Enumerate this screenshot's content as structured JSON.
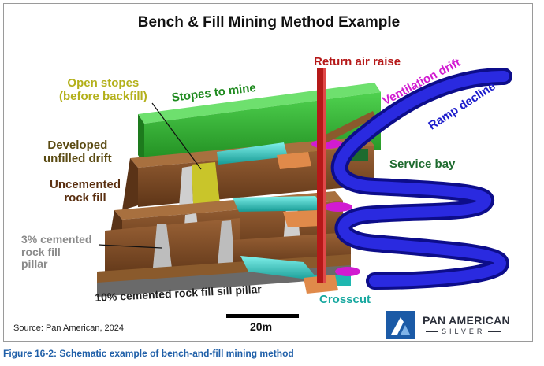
{
  "title": "Bench & Fill Mining Method Example",
  "labels": {
    "open_stopes": [
      "Open stopes",
      "(before backfill)"
    ],
    "stopes_to_mine": "Stopes to mine",
    "return_air_raise": "Return air raise",
    "ventilation_drift": "Ventilation drift",
    "ramp_decline": "Ramp decline",
    "developed_drift": [
      "Developed",
      "unfilled drift"
    ],
    "service_bay": "Service bay",
    "uncemented": [
      "Uncemented",
      "rock fill"
    ],
    "cemented_pillar": [
      "3% cemented",
      "rock fill",
      "pillar"
    ],
    "sill_pillar": "10% cemented rock fill sill pillar",
    "crosscut": "Crosscut"
  },
  "source": "Source: Pan American, 2024",
  "scale": "20m",
  "logo": {
    "name": "PAN AMERICAN",
    "sub": "SILVER"
  },
  "caption": "Figure 16-2: Schematic example of bench-and-fill mining method",
  "colors": {
    "stopes_to_mine": "#2aa12a",
    "open_stopes": "#b7b81d",
    "ramp": "#1c1ccc",
    "ventilation": "#d11bd1",
    "return_air": "#c41d1d",
    "fill": "#7a4a24",
    "crosscut": "#1fb7b0",
    "service_bay": "#1e6b2f",
    "caption": "#1f5fa8"
  }
}
